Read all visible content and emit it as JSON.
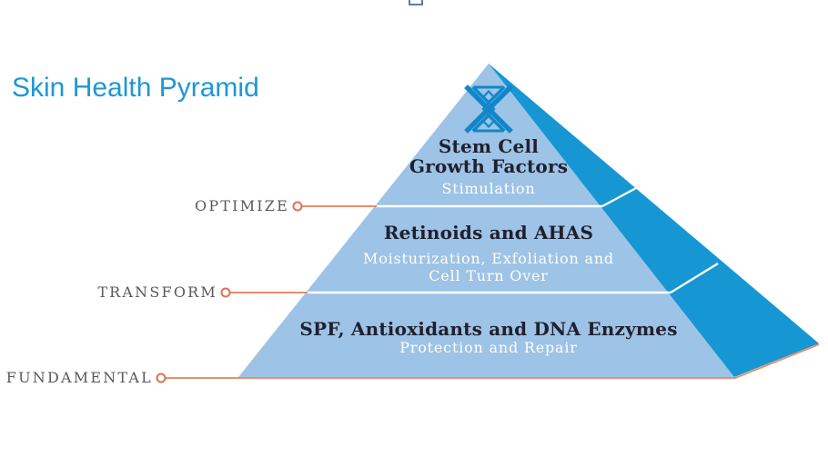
{
  "title": {
    "text": "Skin Health Pyramid"
  },
  "pyramid": {
    "icon": "hourglass-lattice-icon",
    "tiers": [
      {
        "label": "OPTIMIZE",
        "heading_line1": "Stem Cell",
        "heading_line2": "Growth Factors",
        "subtitle": "Stimulation"
      },
      {
        "label": "TRANSFORM",
        "heading": "Retinoids and AHAS",
        "subtitle_line1": "Moisturization, Exfoliation and",
        "subtitle_line2": "Cell Turn Over"
      },
      {
        "label": "FUNDAMENTAL",
        "heading": "SPF, Antioxidants and DNA Enzymes",
        "subtitle": "Protection and Repair"
      }
    ]
  },
  "colors": {
    "title-blue": "#1E97D5",
    "pyramid-front": "#9DC3E6",
    "pyramid-side": "#1697D4",
    "icon-blue": "#1187CB",
    "heading-dark": "#20202F",
    "subtitle-white": "#FFFFFF",
    "label-gray": "#58595B",
    "connector-orange": "#E78F6E",
    "connector-ring": "#DD7251",
    "divider-white": "#FFFFFF"
  }
}
